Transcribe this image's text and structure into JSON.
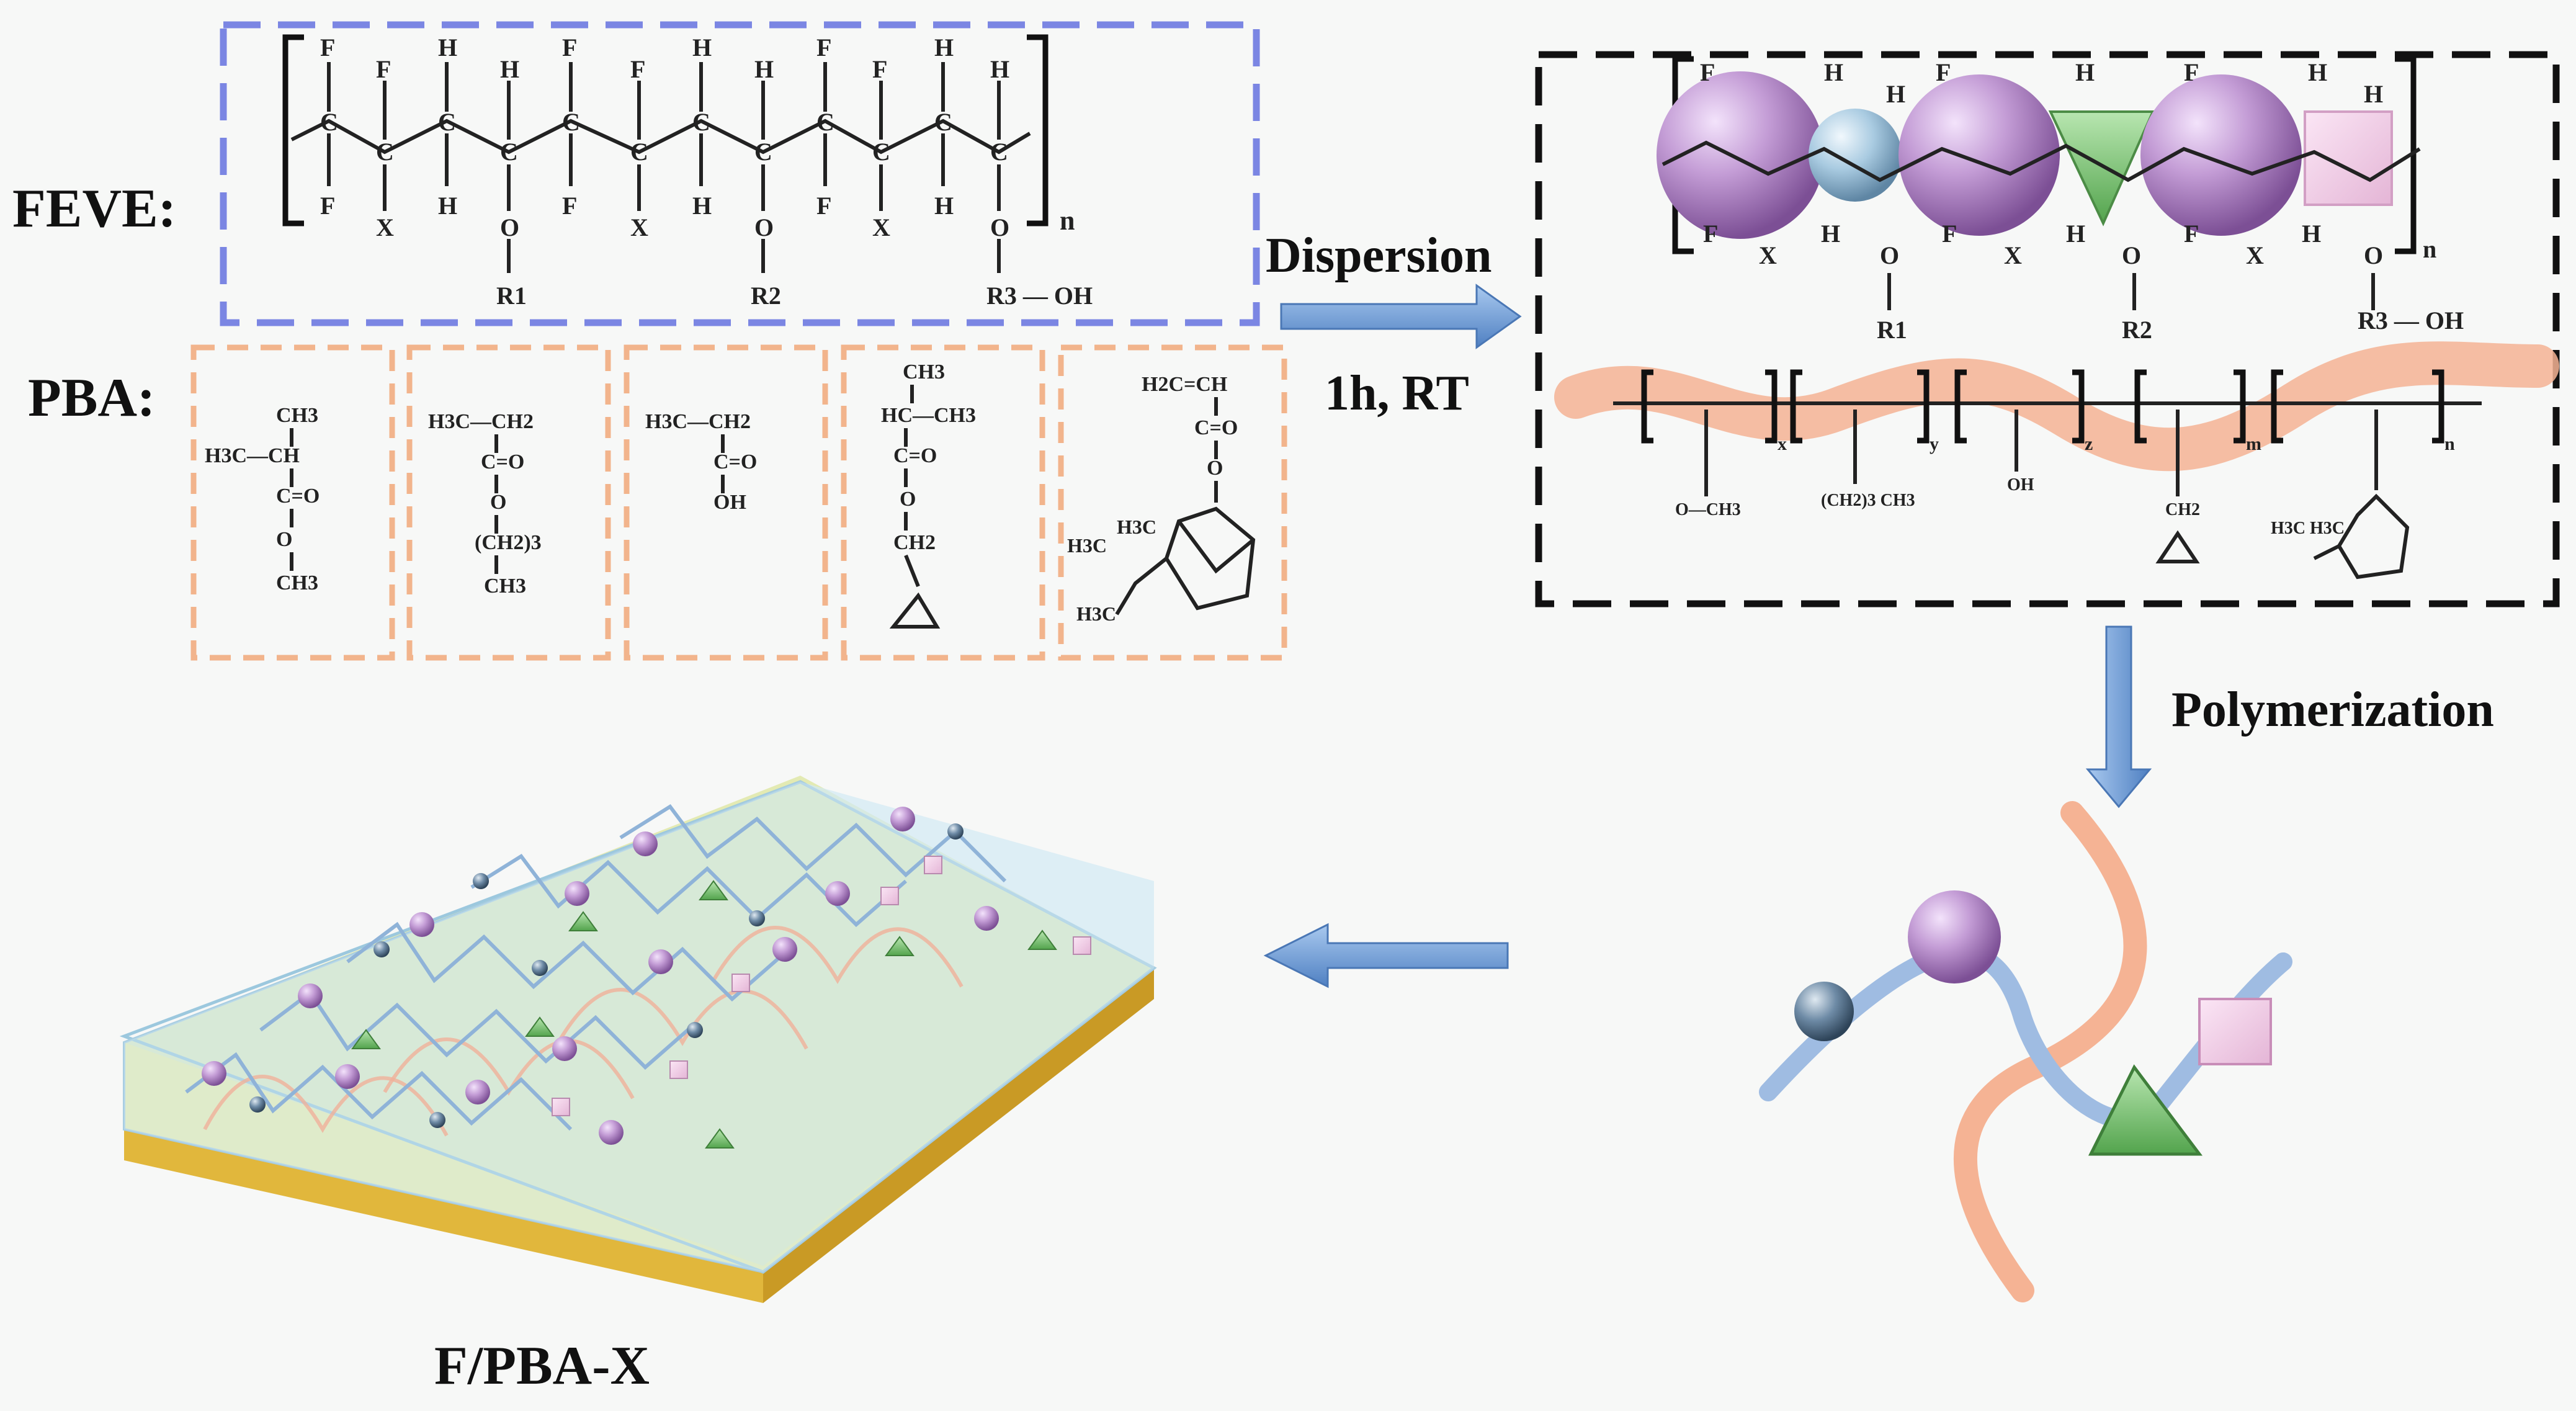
{
  "labels": {
    "feve": "FEVE:",
    "pba": "PBA:",
    "dispersion": "Dispersion",
    "conditions": "1h, RT",
    "polymerization": "Polymerization",
    "product": "F/PBA-X"
  },
  "feve_chain": {
    "atoms_top": [
      "F",
      "F",
      "H",
      "H",
      "F",
      "F",
      "H",
      "H",
      "F",
      "F",
      "H",
      "H"
    ],
    "atoms_mid": [
      "C",
      "C",
      "C",
      "C",
      "C",
      "C",
      "C",
      "C",
      "C",
      "C",
      "C",
      "C"
    ],
    "atoms_bottom": [
      "F",
      "X",
      "H",
      "O",
      "F",
      "X",
      "H",
      "O",
      "F",
      "X",
      "H",
      "O"
    ],
    "substituents": [
      "R1",
      "R2",
      "R3 — OH"
    ],
    "repeat": "n"
  },
  "pba_monomers": [
    {
      "id": "mma",
      "lines": [
        "CH3",
        "H3C—CH",
        "C=O",
        "O",
        "CH3"
      ]
    },
    {
      "id": "ba",
      "lines": [
        "H3C—CH2",
        "C=O",
        "O",
        "(CH2)3",
        "CH3"
      ]
    },
    {
      "id": "aa",
      "lines": [
        "H3C—CH2",
        "C=O",
        "OH"
      ]
    },
    {
      "id": "gma",
      "lines": [
        "CH3",
        "HC—CH3",
        "C=O",
        "O",
        "CH2"
      ]
    },
    {
      "id": "iboa",
      "lines": [
        "H2C=CH",
        "C=O",
        "O",
        "H3C",
        "H3C",
        "H3C"
      ]
    }
  ],
  "dispersed_feve": {
    "atoms_top": [
      "F",
      "H",
      "H",
      "F",
      "H",
      "F",
      "H",
      "H"
    ],
    "atoms_bottom": [
      "F",
      "X",
      "H",
      "O",
      "F",
      "X",
      "H",
      "O",
      "F",
      "X",
      "H",
      "O"
    ],
    "substituents": [
      "R1",
      "R2",
      "R3 — OH"
    ],
    "repeat": "n"
  },
  "dispersed_pba": {
    "subscripts": [
      "x",
      "y",
      "z",
      "m",
      "n"
    ],
    "pendants": [
      "O—CH3",
      "(CH2)3 CH3",
      "OH",
      "CH2",
      "H3C H3C"
    ]
  },
  "colors": {
    "feve_box": "#7b86e3",
    "pba_box": "#f2b48c",
    "dispersion_box": "#111111",
    "arrow": "#6d9bd4",
    "fluoro_sphere": "#b88fcc",
    "vinyl_sphere": "#9ebfd8",
    "triangle": "#7dc278",
    "square": "#f0cde6",
    "pba_ribbon": "#f5b394",
    "feve_ribbon": "#9fbce2",
    "coating_top": "#bfe0ee",
    "coating_film": "#dce6a6",
    "substrate": "#e1b73c"
  }
}
